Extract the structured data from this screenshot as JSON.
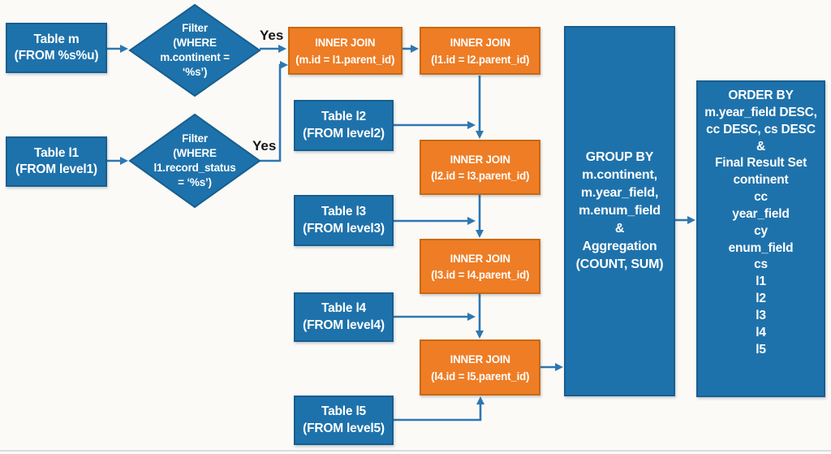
{
  "colors": {
    "node_blue": "#1e72ab",
    "node_blue_border": "#175e90",
    "node_orange": "#ee7d25",
    "node_orange_border": "#c8690f",
    "arrow": "#2e77b2",
    "background": "#fbfaf7",
    "branch_label": "#161616"
  },
  "tables": [
    {
      "label": "Table m\n(FROM %s%u)"
    },
    {
      "label": "Table l1\n(FROM level1)"
    },
    {
      "label": "Table l2\n(FROM level2)"
    },
    {
      "label": "Table l3\n(FROM level3)"
    },
    {
      "label": "Table l4\n(FROM level4)"
    },
    {
      "label": "Table l5\n(FROM level5)"
    }
  ],
  "filters": [
    {
      "label": "Filter\n(WHERE\nm.continent =\n‘%s’)",
      "branch": "Yes"
    },
    {
      "label": "Filter\n(WHERE\nl1.record_status\n= ‘%s’)",
      "branch": "Yes"
    }
  ],
  "joins": [
    {
      "label": "INNER JOIN\n(m.id = l1.parent_id)"
    },
    {
      "label": "INNER JOIN\n(l1.id = l2.parent_id)"
    },
    {
      "label": "INNER JOIN\n(l2.id = l3.parent_id)"
    },
    {
      "label": "INNER JOIN\n(l3.id = l4.parent_id)"
    },
    {
      "label": "INNER JOIN\n(l4.id = l5.parent_id)"
    }
  ],
  "group_by": {
    "label": "GROUP BY\nm.continent,\nm.year_field,\nm.enum_field\n&\nAggregation\n(COUNT, SUM)"
  },
  "order_by": {
    "label": "ORDER BY\nm.year_field DESC,\ncc DESC, cs DESC\n&\nFinal Result Set\ncontinent\ncc\nyear_field\ncy\nenum_field\ncs\nl1\nl2\nl3\nl4\nl5"
  }
}
